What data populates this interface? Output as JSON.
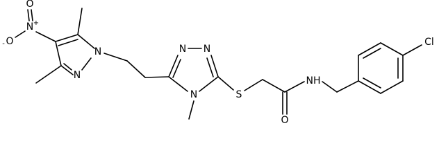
{
  "molecule": {
    "atoms": {
      "nitro_o_minus": "O",
      "nitro_o_minus_charge": "-",
      "nitro_n": "N",
      "nitro_n_charge": "+",
      "nitro_o_double": "O",
      "pyrazole_n1": "N",
      "pyrazole_n2": "N",
      "triazole_n1": "N",
      "triazole_n2": "N",
      "triazole_n4": "N",
      "thioether_s": "S",
      "carbonyl_o": "O",
      "amide_nh": "NH",
      "chloro": "Cl"
    }
  }
}
